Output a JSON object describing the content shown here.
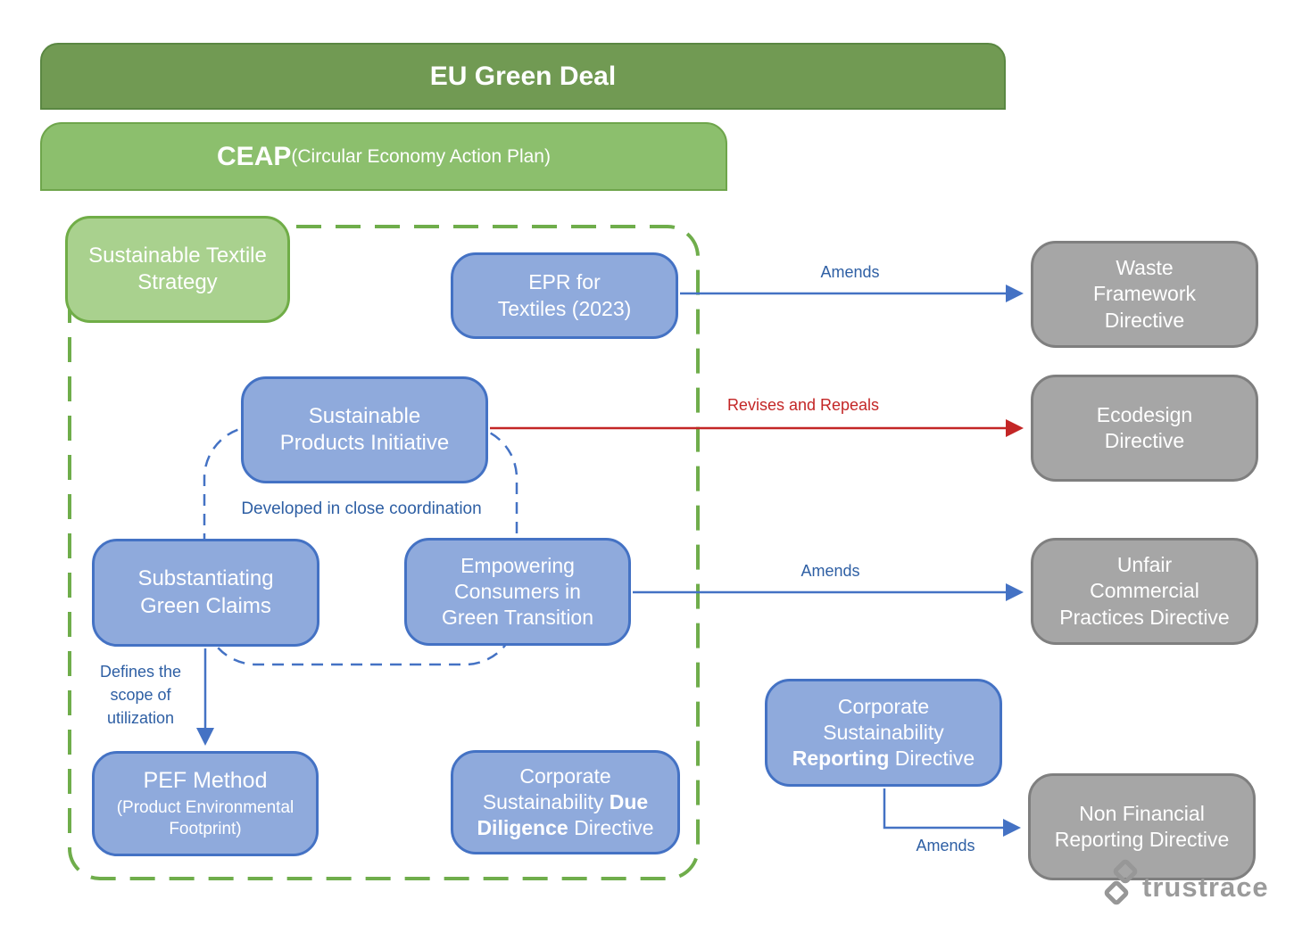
{
  "header": {
    "eu_bar": "EU Green Deal",
    "ceap_title": "CEAP",
    "ceap_subtitle": " (Circular Economy Action Plan)"
  },
  "boxes": {
    "sustainable_textile_strategy": {
      "text": "Sustainable Textile\nStrategy"
    },
    "epr_textiles": {
      "text": "EPR for\nTextiles (2023)"
    },
    "sustainable_products_initiative": {
      "text": "Sustainable\nProducts Initiative"
    },
    "substantiating_green_claims": {
      "text": "Substantiating\nGreen Claims"
    },
    "empowering_consumers": {
      "text": "Empowering\nConsumers in\nGreen Transition"
    },
    "pef_method": {
      "title": "PEF Method",
      "subtitle": "(Product Environmental\nFootprint)"
    },
    "csddd": {
      "line1": "Corporate",
      "line2": "Sustainability ",
      "line2_bold": "Due",
      "line3_bold": "Diligence",
      "line3_rest": " Directive"
    },
    "csrd": {
      "line1": "Corporate",
      "line2": "Sustainability",
      "line3_bold": "Reporting",
      "line3_rest": " Directive"
    },
    "waste_framework": {
      "text": "Waste\nFramework\nDirective"
    },
    "ecodesign": {
      "text": "Ecodesign\nDirective"
    },
    "unfair_commercial": {
      "text": "Unfair\nCommercial\nPractices Directive"
    },
    "non_financial": {
      "text": "Non Financial\nReporting Directive"
    }
  },
  "labels": {
    "amends_epr": "Amends",
    "revises_repeals": "Revises and Repeals",
    "amends_empowering": "Amends",
    "amends_csrd": "Amends",
    "developed_coordination": "Developed  in close coordination",
    "defines_scope": "Defines the\nscope of\nutilization"
  },
  "logo": {
    "text": "trustrace"
  },
  "colors": {
    "eu_bar_fill": "#719a53",
    "ceap_bar_fill": "#8cbf6d",
    "green_node_fill": "#a9d18e",
    "green_node_border": "#70ad47",
    "blue_node_fill": "#8faadc",
    "blue_node_border": "#4472c4",
    "gray_node_fill": "#a6a6a6",
    "gray_node_border": "#7f7f7f",
    "arrow_blue": "#4472c4",
    "arrow_red": "#c32626",
    "label_blue": "#2e5fa4",
    "green_dash": "#6fad4b",
    "logo_gray": "#9b9b9b"
  }
}
